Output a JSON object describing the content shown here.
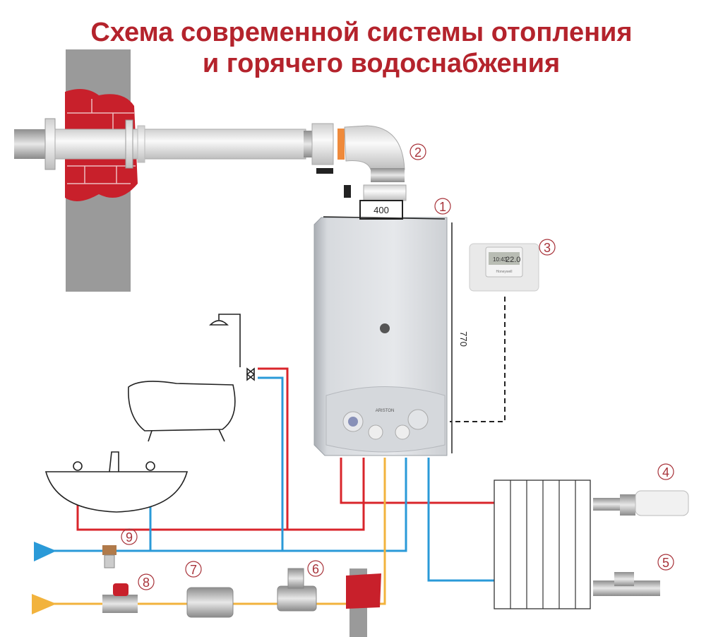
{
  "title": {
    "line1": "Схема современной системы отопления",
    "line2": "и горячего водоснабжения"
  },
  "dimensions": {
    "width": "400",
    "height": "770"
  },
  "thermostat": {
    "time": "10:43",
    "temp": "22.0",
    "brand": "Honeywell"
  },
  "boiler": {
    "brand": "ARISTON"
  },
  "labels": [
    "1",
    "2",
    "3",
    "4",
    "5",
    "6",
    "7",
    "8",
    "9"
  ],
  "colors": {
    "title": "#b4232c",
    "hot": "#d9252b",
    "cold": "#2a9ad8",
    "gas": "#f2b33d",
    "brick": "#c8202b",
    "wall": "#9a9a9a"
  }
}
